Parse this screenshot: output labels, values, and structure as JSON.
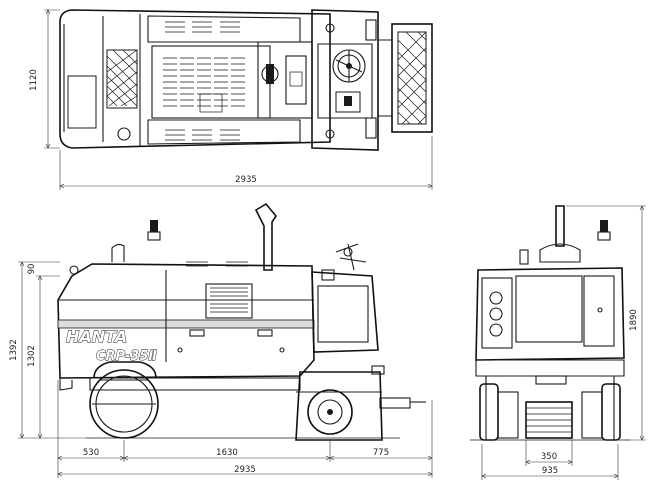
{
  "top_view": {
    "dims": {
      "width": "1120",
      "length": "2935"
    }
  },
  "side_view": {
    "brand": "HANTA",
    "model": "CRP-35Ⅱ",
    "dims": {
      "top_offset": "90",
      "height_total": "1392",
      "height_body": "1302",
      "front_overhang": "530",
      "wheelbase": "1630",
      "rear_overhang": "775",
      "length": "2935"
    }
  },
  "front_view": {
    "dims": {
      "height": "1890",
      "drum": "350",
      "width": "935"
    }
  }
}
